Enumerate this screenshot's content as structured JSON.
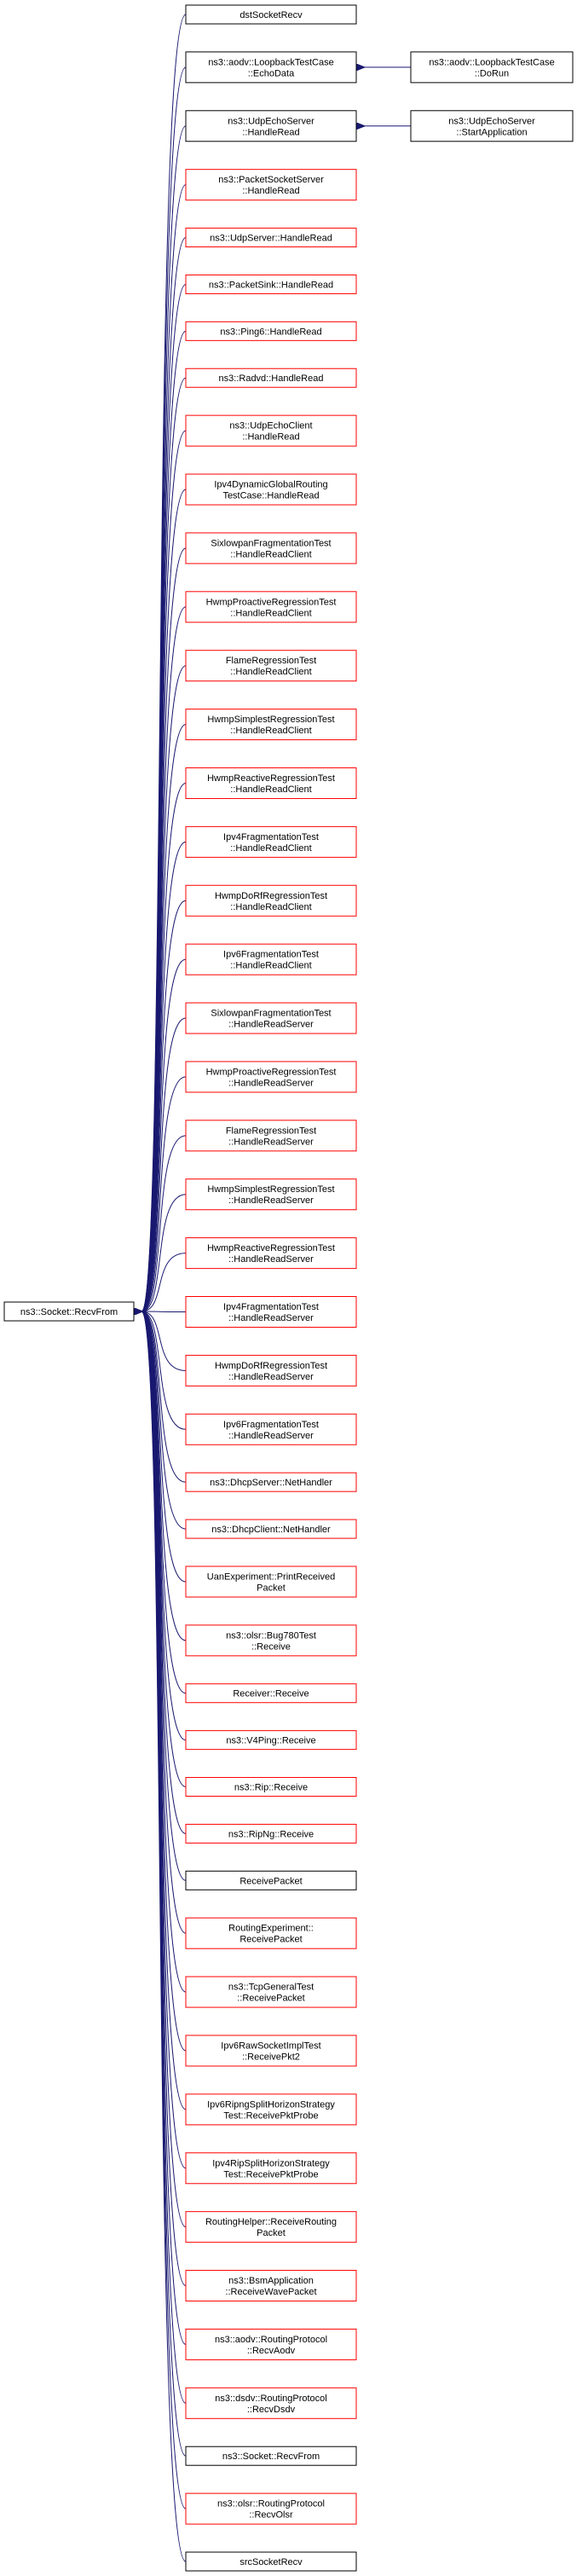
{
  "colors": {
    "edge": "#191970",
    "border_link": "#ff0000",
    "border_plain": "#000000",
    "root_fill": "#bfbfbf"
  },
  "root": {
    "lines": [
      "ns3::Socket::RecvFrom"
    ]
  },
  "callers": [
    {
      "lines": [
        "dstSocketRecv"
      ],
      "border": "black"
    },
    {
      "lines": [
        "ns3::aodv::LoopbackTestCase",
        "::EchoData"
      ],
      "border": "black"
    },
    {
      "lines": [
        "ns3::UdpEchoServer",
        "::HandleRead"
      ],
      "border": "black"
    },
    {
      "lines": [
        "ns3::PacketSocketServer",
        "::HandleRead"
      ],
      "border": "red"
    },
    {
      "lines": [
        "ns3::UdpServer::HandleRead"
      ],
      "border": "red"
    },
    {
      "lines": [
        "ns3::PacketSink::HandleRead"
      ],
      "border": "red"
    },
    {
      "lines": [
        "ns3::Ping6::HandleRead"
      ],
      "border": "red"
    },
    {
      "lines": [
        "ns3::Radvd::HandleRead"
      ],
      "border": "red"
    },
    {
      "lines": [
        "ns3::UdpEchoClient",
        "::HandleRead"
      ],
      "border": "red"
    },
    {
      "lines": [
        "Ipv4DynamicGlobalRouting",
        "TestCase::HandleRead"
      ],
      "border": "red"
    },
    {
      "lines": [
        "SixlowpanFragmentationTest",
        "::HandleReadClient"
      ],
      "border": "red"
    },
    {
      "lines": [
        "HwmpProactiveRegressionTest",
        "::HandleReadClient"
      ],
      "border": "red"
    },
    {
      "lines": [
        "FlameRegressionTest",
        "::HandleReadClient"
      ],
      "border": "red"
    },
    {
      "lines": [
        "HwmpSimplestRegressionTest",
        "::HandleReadClient"
      ],
      "border": "red"
    },
    {
      "lines": [
        "HwmpReactiveRegressionTest",
        "::HandleReadClient"
      ],
      "border": "red"
    },
    {
      "lines": [
        "Ipv4FragmentationTest",
        "::HandleReadClient"
      ],
      "border": "red"
    },
    {
      "lines": [
        "HwmpDoRfRegressionTest",
        "::HandleReadClient"
      ],
      "border": "red"
    },
    {
      "lines": [
        "Ipv6FragmentationTest",
        "::HandleReadClient"
      ],
      "border": "red"
    },
    {
      "lines": [
        "SixlowpanFragmentationTest",
        "::HandleReadServer"
      ],
      "border": "red"
    },
    {
      "lines": [
        "HwmpProactiveRegressionTest",
        "::HandleReadServer"
      ],
      "border": "red"
    },
    {
      "lines": [
        "FlameRegressionTest",
        "::HandleReadServer"
      ],
      "border": "red"
    },
    {
      "lines": [
        "HwmpSimplestRegressionTest",
        "::HandleReadServer"
      ],
      "border": "red"
    },
    {
      "lines": [
        "HwmpReactiveRegressionTest",
        "::HandleReadServer"
      ],
      "border": "red"
    },
    {
      "lines": [
        "Ipv4FragmentationTest",
        "::HandleReadServer"
      ],
      "border": "red"
    },
    {
      "lines": [
        "HwmpDoRfRegressionTest",
        "::HandleReadServer"
      ],
      "border": "red"
    },
    {
      "lines": [
        "Ipv6FragmentationTest",
        "::HandleReadServer"
      ],
      "border": "red"
    },
    {
      "lines": [
        "ns3::DhcpServer::NetHandler"
      ],
      "border": "red"
    },
    {
      "lines": [
        "ns3::DhcpClient::NetHandler"
      ],
      "border": "red"
    },
    {
      "lines": [
        "UanExperiment::PrintReceived",
        "Packet"
      ],
      "border": "red"
    },
    {
      "lines": [
        "ns3::olsr::Bug780Test",
        "::Receive"
      ],
      "border": "red"
    },
    {
      "lines": [
        "Receiver::Receive"
      ],
      "border": "red"
    },
    {
      "lines": [
        "ns3::V4Ping::Receive"
      ],
      "border": "red"
    },
    {
      "lines": [
        "ns3::Rip::Receive"
      ],
      "border": "red"
    },
    {
      "lines": [
        "ns3::RipNg::Receive"
      ],
      "border": "red"
    },
    {
      "lines": [
        "ReceivePacket"
      ],
      "border": "black"
    },
    {
      "lines": [
        "RoutingExperiment::",
        "ReceivePacket"
      ],
      "border": "red"
    },
    {
      "lines": [
        "ns3::TcpGeneralTest",
        "::ReceivePacket"
      ],
      "border": "red"
    },
    {
      "lines": [
        "Ipv6RawSocketImplTest",
        "::ReceivePkt2"
      ],
      "border": "red"
    },
    {
      "lines": [
        "Ipv6RipngSplitHorizonStrategy",
        "Test::ReceivePktProbe"
      ],
      "border": "red"
    },
    {
      "lines": [
        "Ipv4RipSplitHorizonStrategy",
        "Test::ReceivePktProbe"
      ],
      "border": "red"
    },
    {
      "lines": [
        "RoutingHelper::ReceiveRouting",
        "Packet"
      ],
      "border": "red"
    },
    {
      "lines": [
        "ns3::BsmApplication",
        "::ReceiveWavePacket"
      ],
      "border": "red"
    },
    {
      "lines": [
        "ns3::aodv::RoutingProtocol",
        "::RecvAodv"
      ],
      "border": "red"
    },
    {
      "lines": [
        "ns3::dsdv::RoutingProtocol",
        "::RecvDsdv"
      ],
      "border": "red"
    },
    {
      "lines": [
        "ns3::Socket::RecvFrom"
      ],
      "border": "black"
    },
    {
      "lines": [
        "ns3::olsr::RoutingProtocol",
        "::RecvOlsr"
      ],
      "border": "red"
    },
    {
      "lines": [
        "srcSocketRecv"
      ],
      "border": "black"
    }
  ],
  "second_level": [
    {
      "lines": [
        "ns3::aodv::LoopbackTestCase",
        "::DoRun"
      ],
      "border": "black",
      "caller_index": 1
    },
    {
      "lines": [
        "ns3::UdpEchoServer",
        "::StartApplication"
      ],
      "border": "black",
      "caller_index": 2
    }
  ]
}
